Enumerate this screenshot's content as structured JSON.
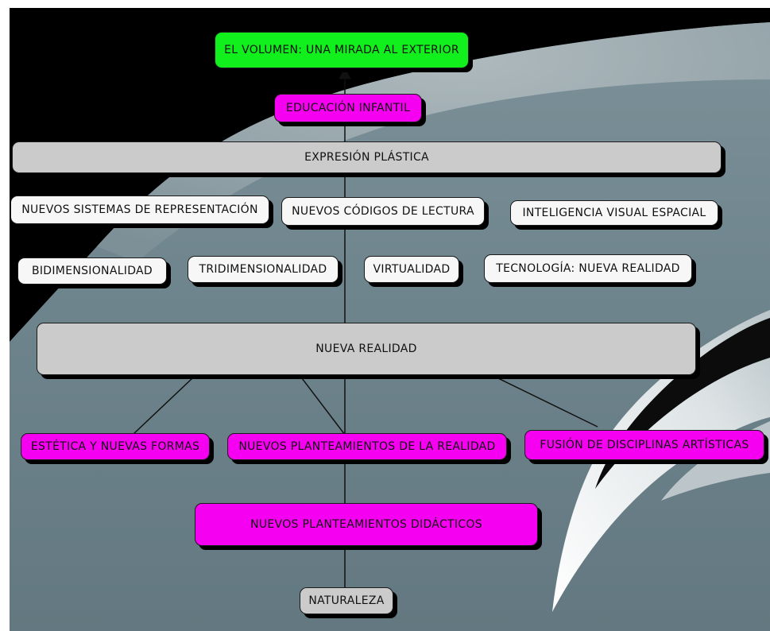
{
  "diagram": {
    "nodes": [
      {
        "id": "volumen",
        "label": "EL VOLUMEN: UNA MIRADA AL EXTERIOR",
        "style": "green"
      },
      {
        "id": "infantil",
        "label": "EDUCACIÓN INFANTIL",
        "style": "magenta"
      },
      {
        "id": "expresion",
        "label": "EXPRESIÓN PLÁSTICA",
        "style": "grey"
      },
      {
        "id": "sistemas",
        "label": "NUEVOS SISTEMAS DE REPRESENTACIÓN",
        "style": "white"
      },
      {
        "id": "codigos",
        "label": "NUEVOS CÓDIGOS DE LECTURA",
        "style": "white"
      },
      {
        "id": "inteligencia",
        "label": "INTELIGENCIA VISUAL ESPACIAL",
        "style": "white"
      },
      {
        "id": "bidimensionalidad",
        "label": "BIDIMENSIONALIDAD",
        "style": "white"
      },
      {
        "id": "tridimensionalidad",
        "label": "TRIDIMENSIONALIDAD",
        "style": "white"
      },
      {
        "id": "virtualidad",
        "label": "VIRTUALIDAD",
        "style": "white"
      },
      {
        "id": "tecnologia",
        "label": "TECNOLOGÍA: NUEVA REALIDAD",
        "style": "white"
      },
      {
        "id": "nueva_realidad",
        "label": "NUEVA REALIDAD",
        "style": "grey"
      },
      {
        "id": "estetica",
        "label": "ESTÉTICA Y NUEVAS FORMAS",
        "style": "magenta"
      },
      {
        "id": "planteamientos_realidad",
        "label": "NUEVOS PLANTEAMIENTOS DE LA REALIDAD",
        "style": "magenta"
      },
      {
        "id": "fusion",
        "label": "FUSIÓN DE DISCIPLINAS ARTÍSTICAS",
        "style": "magenta"
      },
      {
        "id": "didacticos",
        "label": "NUEVOS PLANTEAMIENTOS DIDÁCTICOS",
        "style": "magenta"
      },
      {
        "id": "naturaleza",
        "label": "NATURALEZA",
        "style": "grey"
      }
    ],
    "edges": [
      {
        "from": "naturaleza",
        "to": "volumen",
        "arrow": "end"
      },
      {
        "from": "nueva_realidad",
        "to": "estetica"
      },
      {
        "from": "nueva_realidad",
        "to": "planteamientos_realidad"
      },
      {
        "from": "nueva_realidad",
        "to": "fusion"
      }
    ],
    "colors": {
      "green": "#11f01c",
      "magenta": "#f500f0",
      "grey": "#cbcbcb",
      "white": "#f7f7f7",
      "background": "#74888f",
      "line": "#111111"
    }
  }
}
